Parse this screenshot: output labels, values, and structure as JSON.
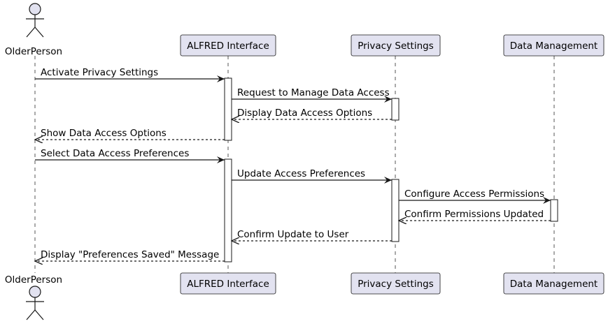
{
  "diagram": {
    "type": "sequence",
    "participants": [
      {
        "id": "older",
        "label": "OlderPerson",
        "kind": "actor"
      },
      {
        "id": "alfred",
        "label": "ALFRED Interface",
        "kind": "participant"
      },
      {
        "id": "privacy",
        "label": "Privacy Settings",
        "kind": "participant"
      },
      {
        "id": "data",
        "label": "Data Management",
        "kind": "participant"
      }
    ],
    "messages": [
      {
        "from": "older",
        "to": "alfred",
        "label": "Activate Privacy Settings",
        "style": "solid"
      },
      {
        "from": "alfred",
        "to": "privacy",
        "label": "Request to Manage Data Access",
        "style": "solid"
      },
      {
        "from": "privacy",
        "to": "alfred",
        "label": "Display Data Access Options",
        "style": "dashed"
      },
      {
        "from": "alfred",
        "to": "older",
        "label": "Show Data Access Options",
        "style": "dashed"
      },
      {
        "from": "older",
        "to": "alfred",
        "label": "Select Data Access Preferences",
        "style": "solid"
      },
      {
        "from": "alfred",
        "to": "privacy",
        "label": "Update Access Preferences",
        "style": "solid"
      },
      {
        "from": "privacy",
        "to": "data",
        "label": "Configure Access Permissions",
        "style": "solid"
      },
      {
        "from": "data",
        "to": "privacy",
        "label": "Confirm Permissions Updated",
        "style": "dashed"
      },
      {
        "from": "privacy",
        "to": "alfred",
        "label": "Confirm Update to User",
        "style": "dashed"
      },
      {
        "from": "alfred",
        "to": "older",
        "label": "Display \"Preferences Saved\" Message",
        "style": "dashed"
      }
    ],
    "activations": [
      {
        "participant": "alfred",
        "from_message": 0,
        "to_message": 3
      },
      {
        "participant": "privacy",
        "from_message": 1,
        "to_message": 2
      },
      {
        "participant": "alfred",
        "from_message": 4,
        "to_message": 9
      },
      {
        "participant": "privacy",
        "from_message": 5,
        "to_message": 8
      },
      {
        "participant": "data",
        "from_message": 6,
        "to_message": 7
      }
    ],
    "colors": {
      "box_fill": "#e2e2f0",
      "box_stroke": "#181818",
      "line": "#181818",
      "lifeline": "#555555",
      "activation_fill": "#ffffff"
    }
  }
}
